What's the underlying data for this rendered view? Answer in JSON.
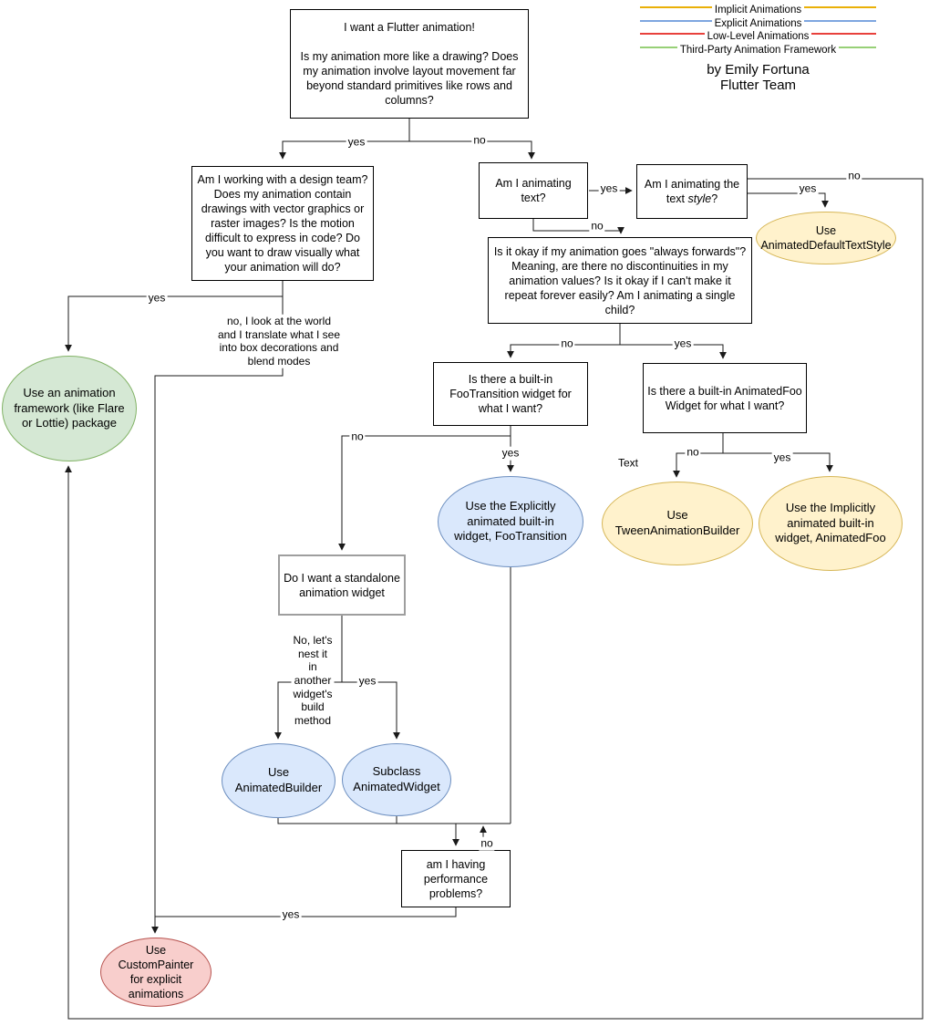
{
  "title": "Flutter animation decision flowchart",
  "legend": {
    "items": [
      {
        "label": "Implicit Animations",
        "color": "#eab008"
      },
      {
        "label": "Explicit Animations",
        "color": "#7ea6e0"
      },
      {
        "label": "Low-Level Animations",
        "color": "#e8413c"
      },
      {
        "label": "Third-Party Animation Framework",
        "color": "#97d077"
      }
    ],
    "credit": "by Emily Fortuna\nFlutter Team"
  },
  "palette": {
    "line": "#1a1a1a",
    "green_fill": "#d5e8d4",
    "green_stroke": "#82b366",
    "yellow_fill": "#fff2cc",
    "yellow_stroke": "#d6b656",
    "blue_fill": "#dae8fc",
    "blue_stroke": "#6c8ebf",
    "red_fill": "#f8cecc",
    "red_stroke": "#b85450"
  },
  "nodes": {
    "start": "I want a Flutter animation!\n\nIs my animation more like a drawing? Does my animation involve layout movement far beyond standard primitives like rows and columns?",
    "design_team": "Am I working with a design team? Does my animation contain drawings with vector graphics or raster images? Is the motion difficult to express in code? Do you want to draw visually what your animation will do?",
    "animating_text": "Am I animating text?",
    "text_style": {
      "prefix": "Am I animating the text ",
      "em": "style",
      "suffix": "?"
    },
    "always_forwards": "Is it okay if my animation goes \"always forwards\"? Meaning, are there no discontinuities in my animation values? Is it okay if I can't make it repeat forever easily? Am I animating a single child?",
    "footransition_q": "Is there a built-in FooTransition widget for what I want?",
    "animatedfoo_q": "Is there a built-in AnimatedFoo Widget for what I want?",
    "standalone_q": "Do I want a standalone animation widget",
    "performance_q": "am I having performance problems?"
  },
  "terminals": {
    "framework": "Use an animation framework (like Flare or Lottie) package",
    "default_text_style": "Use AnimatedDefaultTextStyle",
    "foo_transition": "Use the Explicitly animated built-in widget, FooTransition",
    "tween_builder": "Use TweenAnimationBuilder",
    "animated_foo": "Use the Implicitly animated built-in widget, AnimatedFoo",
    "animated_builder": "Use AnimatedBuilder",
    "subclass_widget": "Subclass AnimatedWidget",
    "custom_painter": "Use CustomPainter for explicit animations"
  },
  "labels": {
    "root_yes": "yes",
    "root_no": "no",
    "design_yes": "yes",
    "design_no": "no, I look at the world\nand I translate what I see\ninto box decorations and\nblend modes",
    "text_yes": "yes",
    "text_no": "no",
    "style_yes": "yes",
    "style_no": "no",
    "forwards_no": "no",
    "forwards_yes": "yes",
    "foot_no": "no",
    "foot_yes": "yes",
    "text_note": "Text",
    "foo_no": "no",
    "foo_yes": "yes",
    "nest_no": "No, let's\nnest it\nin\nanother\nwidget's\nbuild\nmethod",
    "nest_yes": "yes",
    "perf_no": "no",
    "perf_yes": "yes"
  }
}
